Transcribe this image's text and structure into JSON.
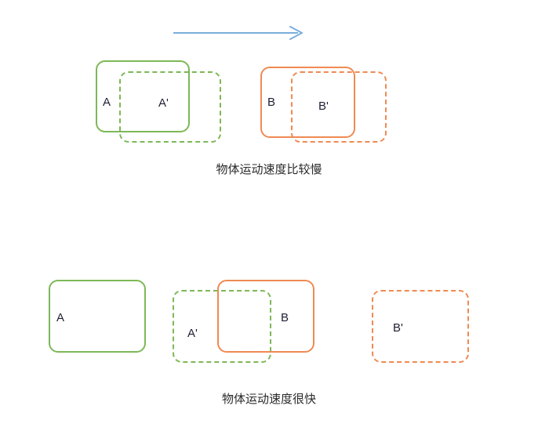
{
  "diagram": {
    "title_implicit": "",
    "colors": {
      "green": "#7db857",
      "orange": "#ef8a53",
      "arrow": "#7aaedb",
      "label_text": "#1f2033",
      "caption_text": "#2a2a2a",
      "background": "#ffffff"
    },
    "arrow": {
      "name": "motion-direction-arrow",
      "direction": "right"
    },
    "scenes": [
      {
        "id": "slow",
        "caption": "物体运动速度比较慢",
        "shapes": [
          {
            "key": "top_a",
            "label": "A",
            "color": "green",
            "stroke": "solid"
          },
          {
            "key": "top_a_prime",
            "label": "A'",
            "color": "green",
            "stroke": "dashed"
          },
          {
            "key": "top_b",
            "label": "B",
            "color": "orange",
            "stroke": "solid"
          },
          {
            "key": "top_b_prime",
            "label": "B'",
            "color": "orange",
            "stroke": "dashed"
          }
        ]
      },
      {
        "id": "fast",
        "caption": "物体运动速度很快",
        "shapes": [
          {
            "key": "bot_a",
            "label": "A",
            "color": "green",
            "stroke": "solid"
          },
          {
            "key": "bot_a_prime",
            "label": "A'",
            "color": "green",
            "stroke": "dashed"
          },
          {
            "key": "bot_b",
            "label": "B",
            "color": "orange",
            "stroke": "solid"
          },
          {
            "key": "bot_b_prime",
            "label": "B'",
            "color": "orange",
            "stroke": "dashed"
          }
        ]
      }
    ],
    "labels": {
      "top_a": "A",
      "top_a_prime": "A'",
      "top_b": "B",
      "top_b_prime": "B'",
      "bot_a": "A",
      "bot_a_prime": "A'",
      "bot_b": "B",
      "bot_b_prime": "B'"
    },
    "captions": {
      "slow": "物体运动速度比较慢",
      "fast": "物体运动速度很快"
    }
  }
}
